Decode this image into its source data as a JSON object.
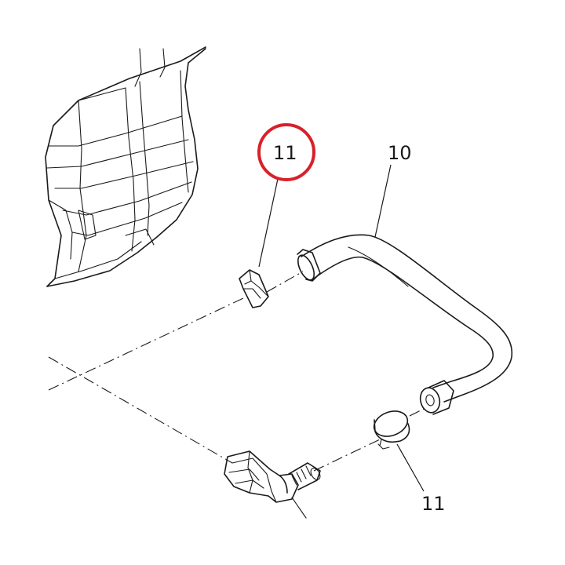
{
  "callouts": {
    "hose_label": "10",
    "clip_top_label": "11",
    "clip_bottom_label": "11"
  },
  "highlight": {
    "color": "#d9202a",
    "target": "11"
  }
}
